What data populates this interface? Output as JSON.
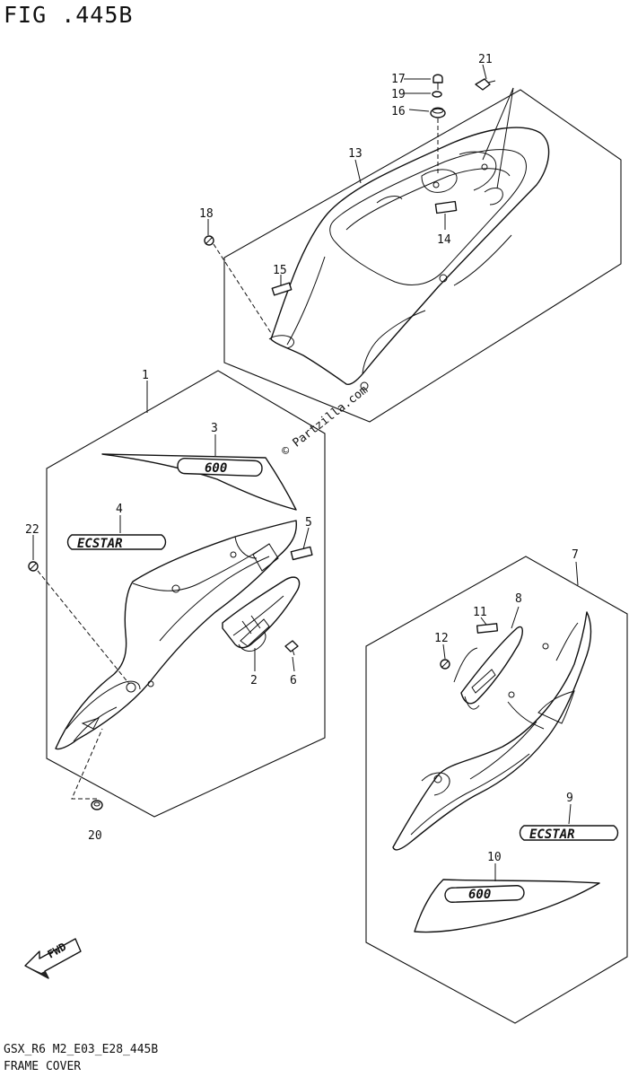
{
  "figure": {
    "title": "FIG .445B",
    "code": "GSX_R6 M2_E03_E28_445B",
    "name": "FRAME COVER",
    "watermark": "© Partzilla.com",
    "fwd_label": "FWD"
  },
  "callouts": {
    "c1": "1",
    "c2": "2",
    "c3": "3",
    "c4": "4",
    "c5": "5",
    "c6": "6",
    "c7": "7",
    "c8": "8",
    "c9": "9",
    "c10": "10",
    "c11": "11",
    "c12": "12",
    "c13": "13",
    "c14": "14",
    "c15": "15",
    "c16": "16",
    "c17": "17",
    "c18": "18",
    "c19": "19",
    "c20": "20",
    "c21": "21",
    "c22": "22"
  },
  "decals": {
    "model_number": "600",
    "brand": "ECSTAR"
  }
}
